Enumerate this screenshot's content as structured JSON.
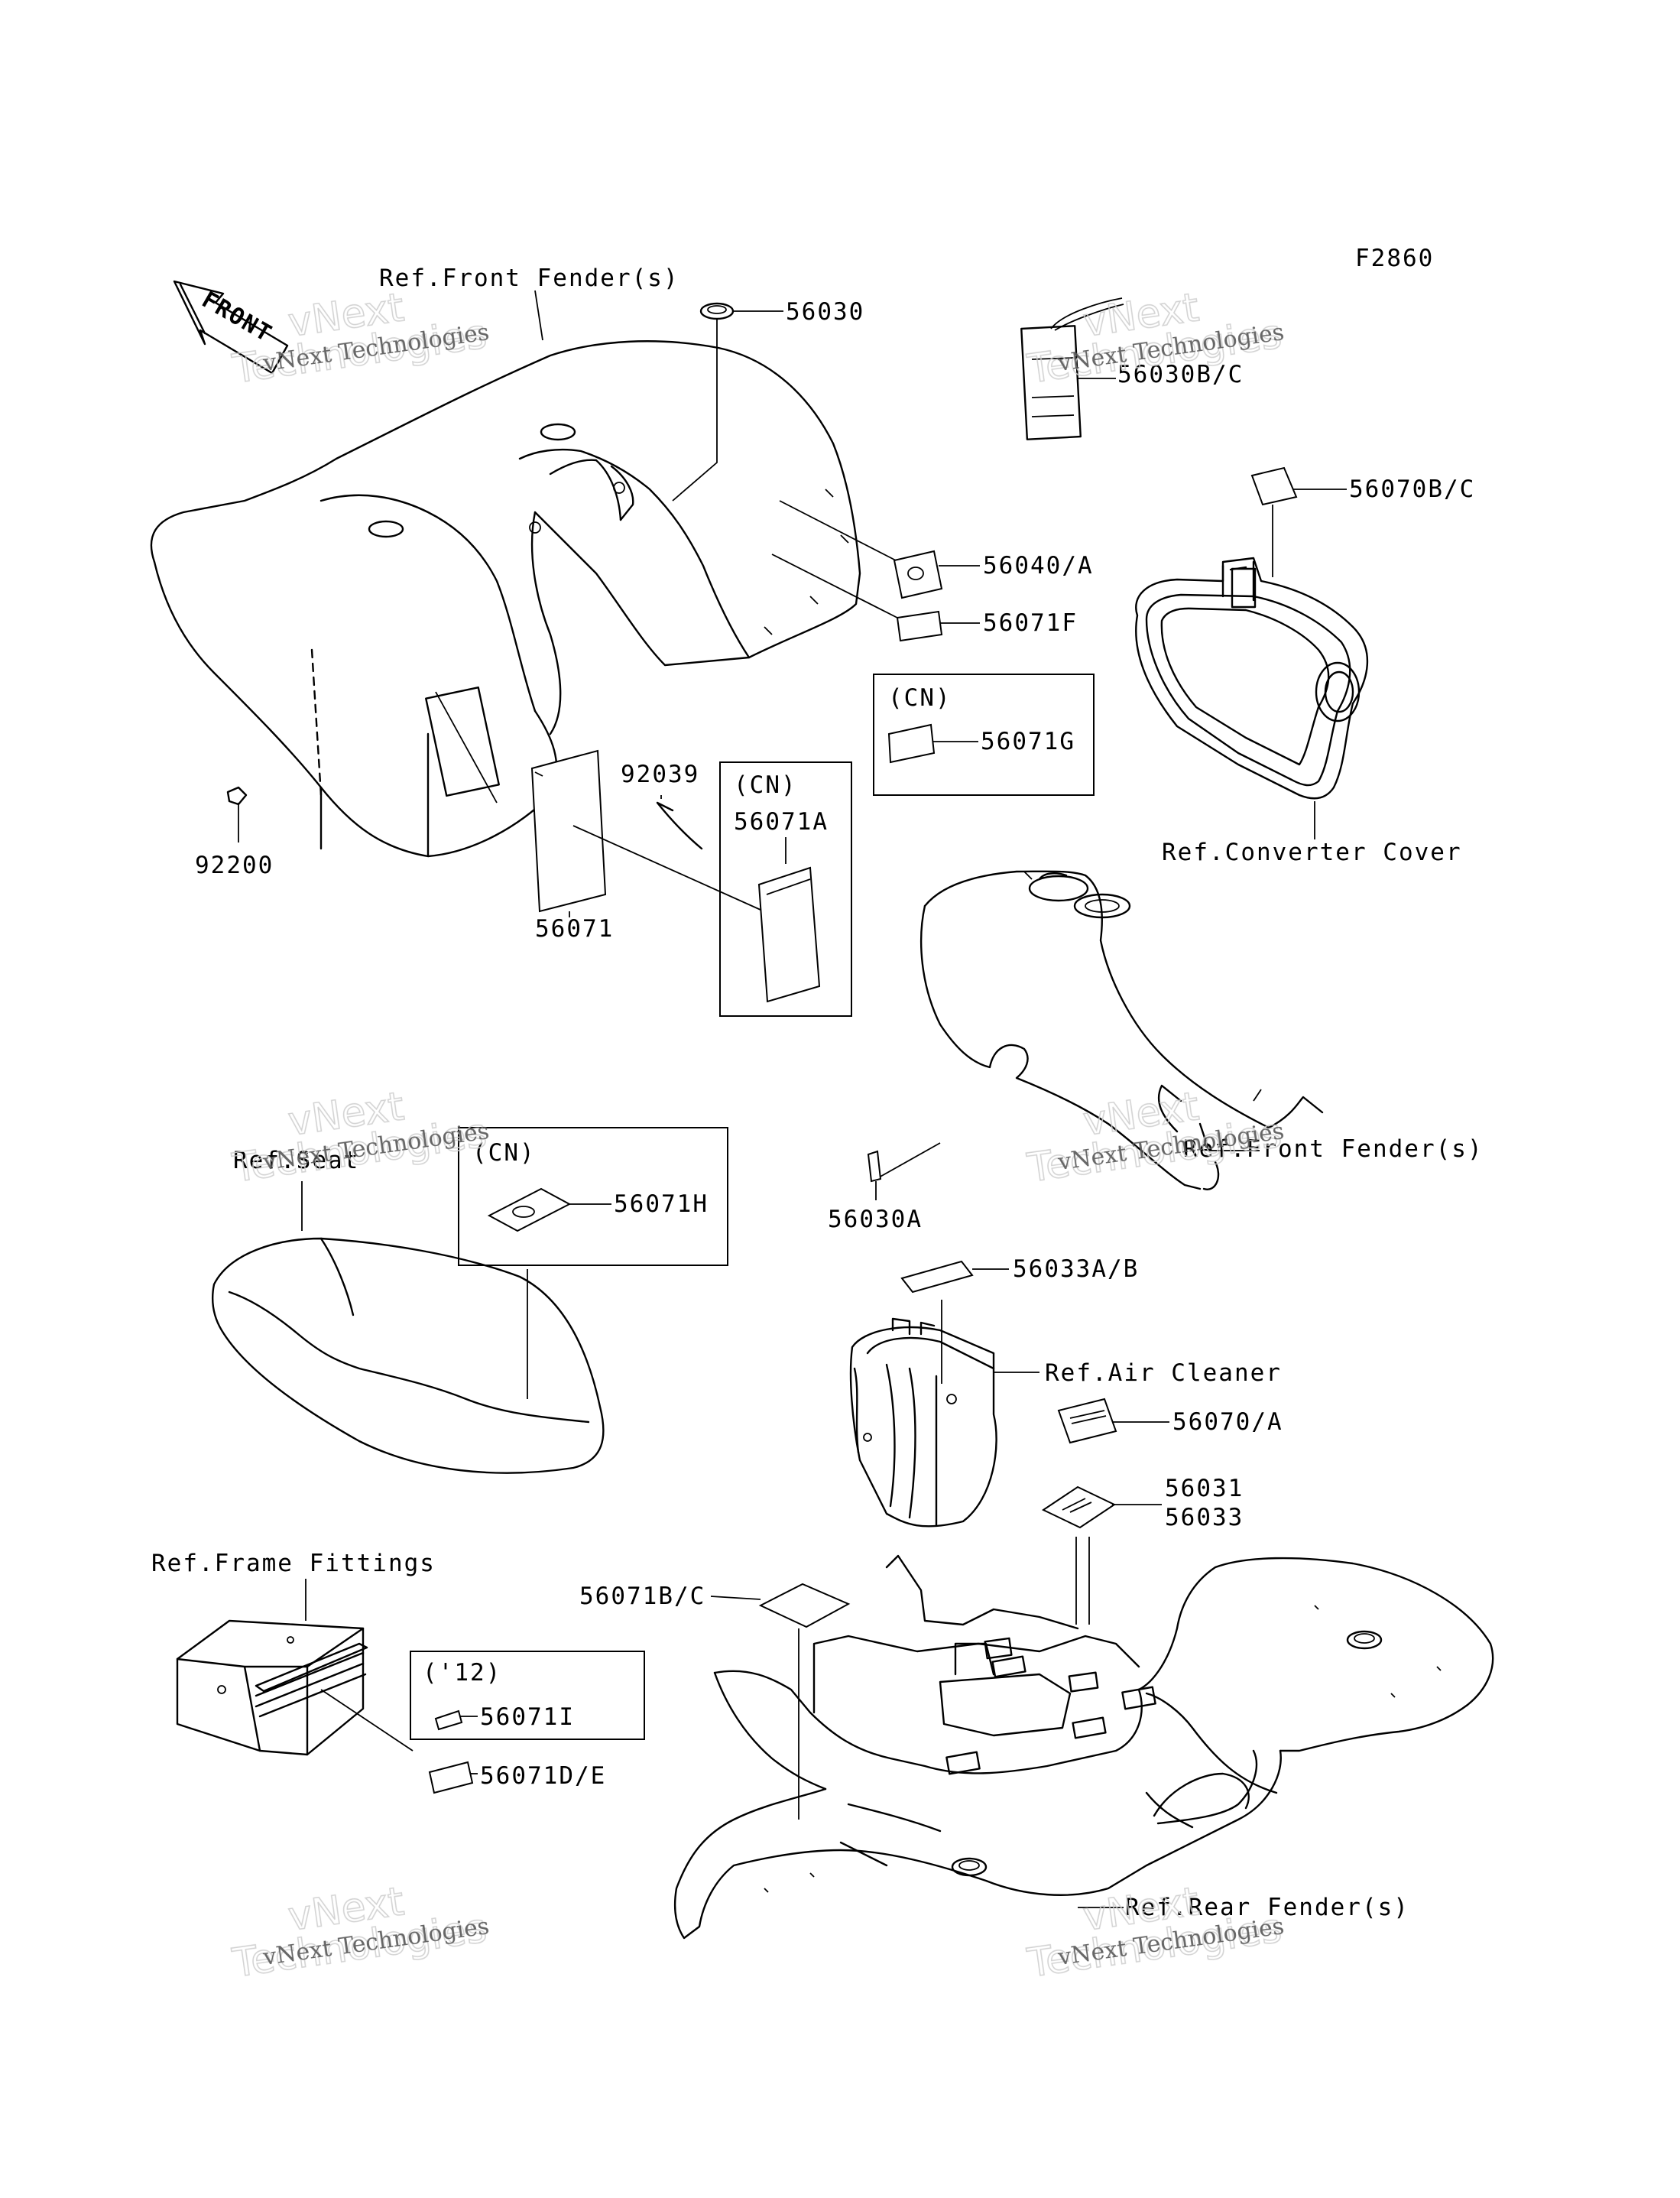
{
  "figure_code": "F2860",
  "front_arrow_label": "FRONT",
  "labels": {
    "ref_front_fender_top": "Ref.Front Fender(s)",
    "p56030": "56030",
    "p56030b_c": "56030B/C",
    "p56070b_c": "56070B/C",
    "p56040_a": "56040/A",
    "p56071f": "56071F",
    "cn_1": "(CN)",
    "p56071g": "56071G",
    "p92039": "92039",
    "cn_2": "(CN)",
    "p56071a": "56071A",
    "p92200": "92200",
    "p56071": "56071",
    "ref_converter_cover": "Ref.Converter Cover",
    "ref_front_fender_mid": "Ref.Front Fender(s)",
    "p56030a": "56030A",
    "ref_seat": "Ref.Seat",
    "cn_3": "(CN)",
    "p56071h": "56071H",
    "p56033a_b": "56033A/B",
    "ref_air_cleaner": "Ref.Air Cleaner",
    "p56070_a": "56070/A",
    "p56031": "56031",
    "p56033": "56033",
    "ref_frame_fittings": "Ref.Frame Fittings",
    "p56071b_c": "56071B/C",
    "year_12": "('12)",
    "p56071i": "56071I",
    "p56071d_e": "56071D/E",
    "ref_rear_fender": "Ref.Rear Fender(s)"
  },
  "watermark": {
    "line1": "vNext Technologies",
    "line2": "vNext",
    "line3": "Technologies"
  }
}
